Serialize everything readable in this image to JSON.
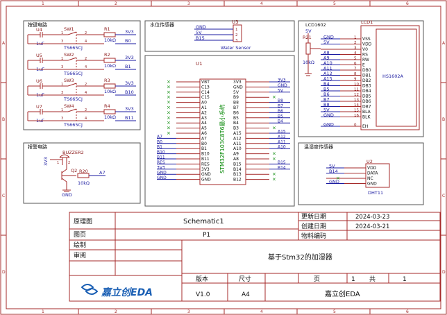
{
  "border": {
    "col_numbers": [
      "1",
      "2",
      "3",
      "4",
      "5",
      "6"
    ],
    "row_letters": [
      "A",
      "B",
      "C",
      "D"
    ]
  },
  "sections": {
    "keys": {
      "title": "按键电路",
      "rows": [
        {
          "cap": "U4",
          "cap_val": "1uF",
          "sw": "SW1",
          "sw_part": "TS665CJ",
          "res": "R1",
          "res_val": "10kΩ",
          "net1": "3V3",
          "net2": "B0"
        },
        {
          "cap": "U5",
          "cap_val": "1uF",
          "sw": "SW2",
          "sw_part": "TS665CJ",
          "res": "R2",
          "res_val": "10kΩ",
          "net1": "3V3",
          "net2": "B1"
        },
        {
          "cap": "U6",
          "cap_val": "1uF",
          "sw": "SW3",
          "sw_part": "TS665CJ",
          "res": "R3",
          "res_val": "10kΩ",
          "net1": "3V3",
          "net2": "B10"
        },
        {
          "cap": "U7",
          "cap_val": "1uF",
          "sw": "SW4",
          "sw_part": "TS665CJ",
          "res": "R4",
          "res_val": "10kΩ",
          "net1": "3V3",
          "net2": "B11"
        }
      ],
      "pin_nums": [
        "1",
        "2",
        "3",
        "4"
      ]
    },
    "water": {
      "title": "水位传感器",
      "ref": "U3",
      "pins": [
        {
          "net": "GND",
          "num": "1"
        },
        {
          "net": "5V",
          "num": "2"
        },
        {
          "net": "B15",
          "num": "3"
        }
      ],
      "part": "Water Sensor"
    },
    "mcu": {
      "ref": "U1",
      "part": "STM32F103C8T6最小系统",
      "left_pins": [
        "VBT",
        "C13",
        "C14",
        "C15",
        "A0",
        "A1",
        "A2",
        "A3",
        "A4",
        "A5",
        "A6",
        "A7",
        "B0",
        "B1",
        "B10",
        "B11",
        "RES",
        "3V3",
        "GND",
        "GND"
      ],
      "right_pins": [
        "3V3",
        "GND",
        "5V",
        "B9",
        "B8",
        "B7",
        "B6",
        "B5",
        "B4",
        "B3",
        "A15",
        "A12",
        "A11",
        "A10",
        "A9",
        "A8",
        "B15",
        "B14",
        "B13",
        "B12"
      ],
      "left_nets": [
        "",
        "",
        "",
        "",
        "",
        "",
        "",
        "",
        "",
        "",
        "",
        "A7",
        "B0",
        "B1",
        "B10",
        "B11",
        "RES",
        "3V3",
        "GND",
        "GND"
      ],
      "right_nets": [
        "3V3",
        "GND",
        "5V",
        "",
        "B8",
        "B7",
        "B6",
        "B5",
        "B4",
        "",
        "A15",
        "A12",
        "A11",
        "A10",
        "",
        "",
        "B15",
        "B14",
        "",
        ""
      ]
    },
    "lcd": {
      "title": "LCD1602",
      "ref": "LCD1",
      "pot": "R21",
      "pot_val": "10kΩ",
      "supply": "5V",
      "part": "HS1602A",
      "pins": [
        {
          "net": "GND",
          "num": "1",
          "name": "VSS"
        },
        {
          "net": "5V",
          "num": "2",
          "name": "VDD"
        },
        {
          "net": "",
          "num": "3",
          "name": "V0"
        },
        {
          "net": "A8",
          "num": "4",
          "name": "RS"
        },
        {
          "net": "A9",
          "num": "5",
          "name": "RW"
        },
        {
          "net": "A10",
          "num": "6",
          "name": "E"
        },
        {
          "net": "A11",
          "num": "7",
          "name": "DB0"
        },
        {
          "net": "A12",
          "num": "8",
          "name": "DB1"
        },
        {
          "net": "A15",
          "num": "9",
          "name": "DB2"
        },
        {
          "net": "B4",
          "num": "10",
          "name": "DB3"
        },
        {
          "net": "B5",
          "num": "11",
          "name": "DB4"
        },
        {
          "net": "B6",
          "num": "12",
          "name": "DB5"
        },
        {
          "net": "B7",
          "num": "13",
          "name": "DB6"
        },
        {
          "net": "B8",
          "num": "14",
          "name": "DB7"
        },
        {
          "net": "5V",
          "num": "15",
          "name": "BLA"
        },
        {
          "net": "GND",
          "num": "16",
          "name": "BLK"
        },
        {
          "net": "GND",
          "num": "0",
          "name": "EH"
        }
      ]
    },
    "alarm": {
      "title": "报警电路",
      "buzzer": "BUZZER2",
      "transistor": "Q2",
      "res": "R20",
      "res_val": "10kΩ",
      "net_in": "A7",
      "supply": "3V3",
      "ground": "GND",
      "pin_nums": [
        "1",
        "2"
      ]
    },
    "dht": {
      "title": "温湿度传感器",
      "ref": "U2",
      "part": "DHT11",
      "pins": [
        {
          "net": "5V",
          "name": "VDD"
        },
        {
          "net": "B14",
          "name": "DATA"
        },
        {
          "net": "",
          "name": "NC"
        },
        {
          "net": "GND",
          "name": "GND"
        }
      ]
    }
  },
  "title_block": {
    "drawing_label": "原理图",
    "drawing_value": "Schematic1",
    "page_label": "图页",
    "page_value": "P1",
    "drawn_label": "绘制",
    "review_label": "审阅",
    "update_label": "更新日期",
    "update_value": "2024-03-23",
    "create_label": "创建日期",
    "create_value": "2024-03-21",
    "material_label": "物料编码",
    "project_name": "基于Stm32的加湿器",
    "version_label": "版本",
    "version_value": "V1.0",
    "size_label": "尺寸",
    "size_value": "A4",
    "page_word": "页",
    "page_num": "1",
    "total_word": "共",
    "total_num": "1",
    "logo_text": "嘉立创EDA",
    "company": "嘉立创EDA"
  }
}
